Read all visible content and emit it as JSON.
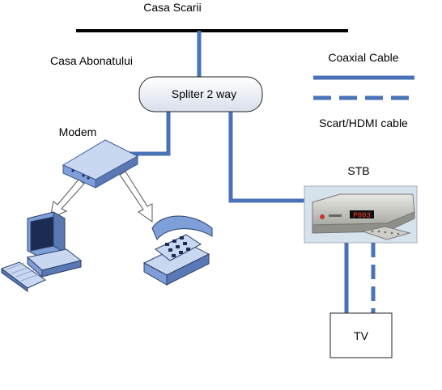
{
  "labels": {
    "building": "Casa Scarii",
    "subscriber_home": "Casa Abonatului",
    "splitter": "Spliter 2 way",
    "modem": "Modem",
    "stb": "STB",
    "tv": "TV",
    "stb_display": "P003"
  },
  "legend": {
    "coaxial": "Coaxial Cable",
    "scart_hdmi": "Scart/HDMI cable"
  },
  "colors": {
    "cable": "#4a72b8",
    "bus": "#000000",
    "splitter_fill": "#eef1f8",
    "device_blue": "#7f9fd8",
    "device_dark": "#5a78b4"
  }
}
